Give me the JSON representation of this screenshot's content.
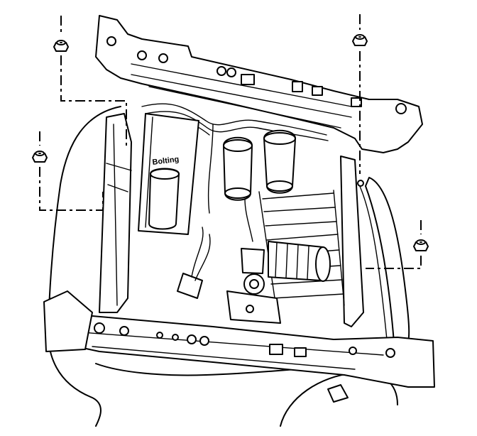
{
  "diagram": {
    "module_label": "Bolting",
    "fasteners": [
      {
        "name": "nut-top-left"
      },
      {
        "name": "nut-mid-left"
      },
      {
        "name": "nut-top-right"
      },
      {
        "name": "nut-mid-right"
      }
    ]
  }
}
